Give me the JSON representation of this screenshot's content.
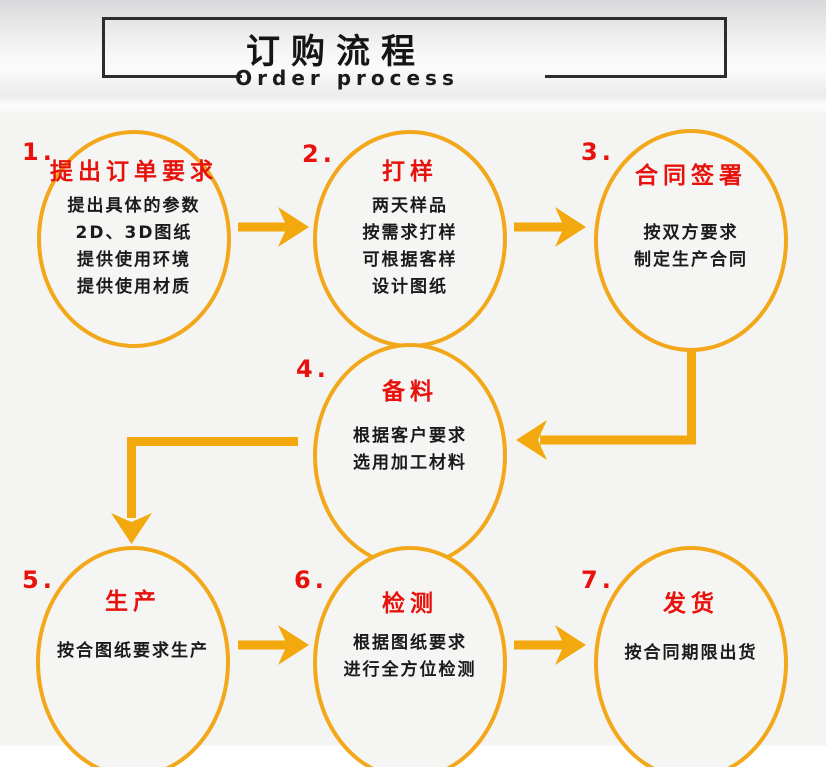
{
  "colors": {
    "accent_orange": "#F3A90E",
    "title_red": "#E8120C",
    "text_ink": "#1b1b1b",
    "box_border": "#2c2c2c"
  },
  "header": {
    "title": "订购流程",
    "subtitle": "Order process"
  },
  "steps": [
    {
      "num": "1.",
      "title": "提出订单要求",
      "lines": [
        "提出具体的参数",
        "2D、3D图纸",
        "提供使用环境",
        "提供使用材质"
      ]
    },
    {
      "num": "2.",
      "title": "打样",
      "lines": [
        "两天样品",
        "按需求打样",
        "可根据客样",
        "设计图纸"
      ]
    },
    {
      "num": "3.",
      "title": "合同签署",
      "lines": [
        "按双方要求",
        "制定生产合同"
      ]
    },
    {
      "num": "4.",
      "title": "备料",
      "lines": [
        "根据客户要求",
        "选用加工材料"
      ]
    },
    {
      "num": "5.",
      "title": "生产",
      "lines": [
        "按合图纸要求生产"
      ]
    },
    {
      "num": "6.",
      "title": "检测",
      "lines": [
        "根据图纸要求",
        "进行全方位检测"
      ]
    },
    {
      "num": "7.",
      "title": "发货",
      "lines": [
        "按合同期限出货"
      ]
    }
  ]
}
